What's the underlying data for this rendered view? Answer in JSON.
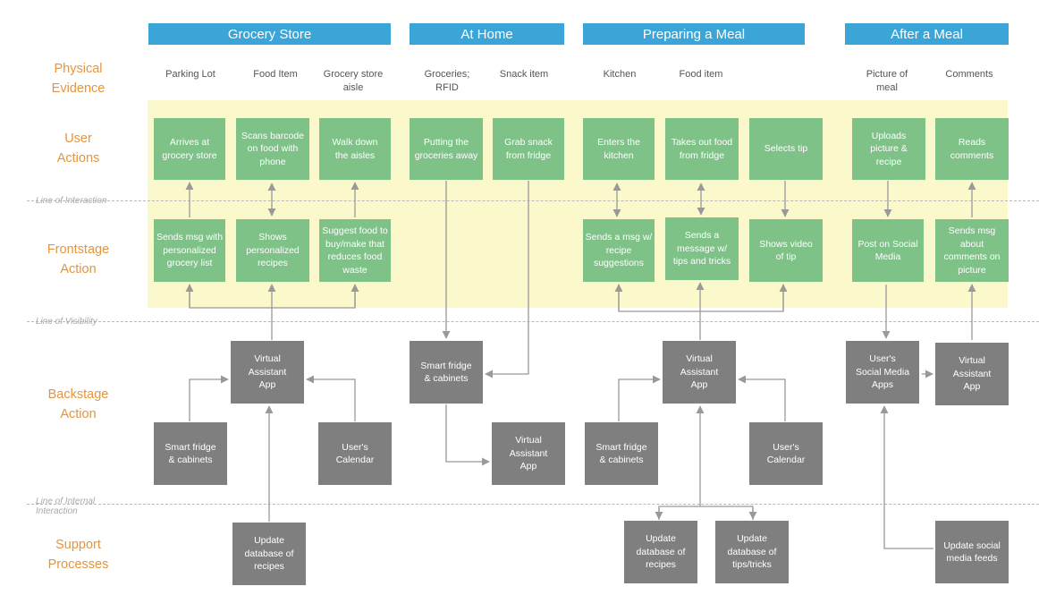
{
  "headers": {
    "grocery_store": "Grocery Store",
    "at_home": "At Home",
    "preparing_meal": "Preparing a Meal",
    "after_meal": "After a Meal"
  },
  "rows": {
    "physical_evidence": "Physical\nEvidence",
    "user_actions": "User\nActions",
    "frontstage": "Frontstage\nAction",
    "backstage": "Backstage\nAction",
    "support": "Support\nProcesses"
  },
  "lines": {
    "interaction": "Line of Interaction",
    "visibility": "Line of Visibility",
    "internal": "Line of Internal\nInteraction"
  },
  "evidence": {
    "parking_lot": "Parking Lot",
    "food_item_1": "Food Item",
    "grocery_aisle": "Grocery store\naisle",
    "groceries_rfid": "Groceries;\nRFID",
    "snack_item": "Snack item",
    "kitchen": "Kitchen",
    "food_item_2": "Food item",
    "picture_of_meal": "Picture of\nmeal",
    "comments": "Comments"
  },
  "user_actions": {
    "arrives": "Arrives at\ngrocery store",
    "scans": "Scans barcode\non food with\nphone",
    "walk": "Walk down\nthe aisles",
    "putting": "Putting the\ngroceries away",
    "grab": "Grab snack\nfrom fridge",
    "enters": "Enters the\nkitchen",
    "takes": "Takes out food\nfrom fridge",
    "selects": "Selects tip",
    "uploads": "Uploads\npicture &\nrecipe",
    "reads": "Reads\ncomments"
  },
  "frontstage": {
    "sends_list": "Sends msg with\npersonalized\ngrocery list",
    "shows_recipes": "Shows\npersonalized\nrecipes",
    "suggest": "Suggest food to\nbuy/make that\nreduces food\nwaste",
    "sends_recipe": "Sends a msg w/\nrecipe\nsuggestions",
    "sends_tips": "Sends a\nmessage w/\ntips and tricks",
    "shows_video": "Shows video\nof tip",
    "post_social": "Post on Social\nMedia",
    "sends_comments": "Sends msg about\ncomments on\npicture"
  },
  "backstage": {
    "va_app_1": "Virtual\nAssistant\nApp",
    "fridge_1": "Smart fridge\n& cabinets",
    "calendar_1": "User's\nCalendar",
    "fridge_home": "Smart fridge\n& cabinets",
    "va_app_home": "Virtual\nAssistant\nApp",
    "va_app_2": "Virtual\nAssistant\nApp",
    "fridge_2": "Smart fridge\n& cabinets",
    "calendar_2": "User's\nCalendar",
    "social_apps": "User's\nSocial Media\nApps",
    "va_app_3": "Virtual\nAssistant\nApp"
  },
  "support": {
    "update_recipes_1": "Update\ndatabase of\nrecipes",
    "update_recipes_2": "Update\ndatabase of\nrecipes",
    "update_tips": "Update\ndatabase of\ntips/tricks",
    "update_social": "Update social\nmedia feeds"
  },
  "colors": {
    "header": "#3ba5d8",
    "label": "#e5953f",
    "user_box": "#7ec288",
    "system_box": "#7f7f7f",
    "band": "#fbf8cc",
    "arrow": "#999999"
  }
}
